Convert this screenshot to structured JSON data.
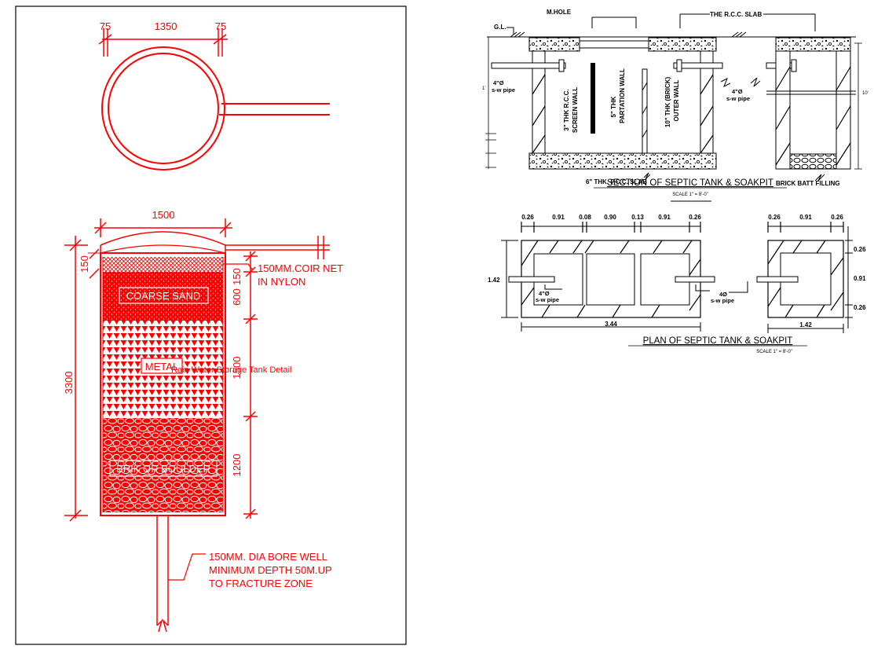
{
  "left_panel": {
    "top_dims": {
      "left": "75",
      "middle": "1350",
      "right": "75"
    },
    "width_dim": "1500",
    "side_dim_left": "150",
    "total_height": "3300",
    "right_dims": {
      "a": "150",
      "b": "600",
      "c": "1500",
      "d": "1200"
    },
    "coir_note_line1": "150MM.COIR NET",
    "coir_note_line2": "IN NYLON",
    "layer_coarse": "COARSE SAND",
    "layer_metal": "METAL",
    "layer_boulder": "BRIK OR BOULDER",
    "overlay_title": "Rain Water Storage Tank Detail",
    "bore_note_line1": "150MM. DIA BORE WELL",
    "bore_note_line2": "MINIMUM DEPTH 50M.UP",
    "bore_note_line3": "TO FRACTURE ZONE"
  },
  "section": {
    "manhole": "M.HOLE",
    "rcc_slab": "THE R.C.C. SLAB",
    "gl": "G.L.",
    "pipe_left_1": "4\"Ø",
    "pipe_left_2": "s-w pipe",
    "pipe_right_1": "4\"Ø",
    "pipe_right_2": "s-w pipe",
    "screen_wall_1": "3\" THK R.C.C.",
    "screen_wall_2": "SCREEN WALL",
    "partition_1": "5\" THK",
    "partition_2": "PARTATION WALL",
    "outer_1": "10\" THK (BRICK)",
    "outer_2": "OUTER WALL",
    "pcc_slab": "6\" THK. P.C.C. SLAB",
    "brick_batt": "BRICK BATT FILLING",
    "left_edge_dim": "1'",
    "right_edge_dim": "10'",
    "title": "SECTION OF SEPTIC TANK & SOAKPIT",
    "scale": "SCALE 1\" = 8'-0\""
  },
  "plan": {
    "tank_dims": [
      "0.26",
      "0.91",
      "0.08",
      "0.90",
      "0.13",
      "0.91",
      "0.26"
    ],
    "pit_dims": [
      "0.26",
      "0.91",
      "0.26"
    ],
    "height": "1.42",
    "tank_length": "3.44",
    "pit_width": "1.42",
    "pit_side_dims": [
      "0.26",
      "0.91",
      "0.26"
    ],
    "pipe_a_1": "4\"Ø",
    "pipe_a_2": "s-w pipe",
    "pipe_b_1": "4Ø",
    "pipe_b_2": "s-w pipe",
    "title": "PLAN OF SEPTIC TANK & SOAKPIT",
    "scale": "SCALE 1\" = 8'-0\""
  }
}
